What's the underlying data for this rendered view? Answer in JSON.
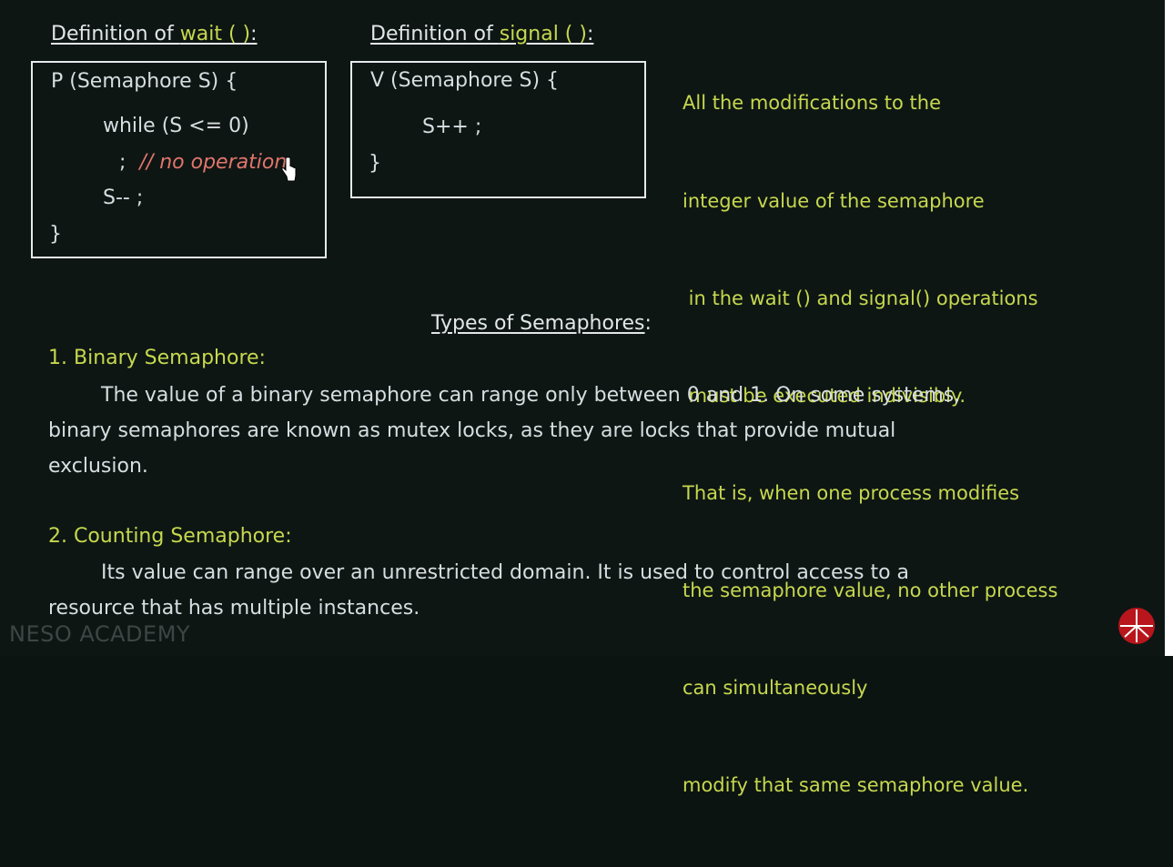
{
  "wait_def": {
    "heading_prefix": "Definition of ",
    "heading_keyword": "wait ( )",
    "heading_suffix": ":",
    "signature": "P (Semaphore S)  {",
    "line_while": "while (S <= 0)",
    "line_semicolon": ";",
    "line_comment": "// no operation",
    "line_decrement": "S-- ;",
    "line_close": "}"
  },
  "signal_def": {
    "heading_prefix": "Definition of ",
    "heading_keyword": "signal ( )",
    "heading_suffix": ":",
    "signature": "V (Semaphore S)  {",
    "line_increment": "S++ ;",
    "line_close": "}"
  },
  "note": {
    "lines": [
      "All the modifications to the",
      "integer value of the semaphore",
      " in the wait () and signal() operations",
      " must be executed indivisibly.",
      "That is, when one process modifies",
      "the semaphore value, no other process",
      "can simultaneously",
      "modify that same semaphore value."
    ]
  },
  "types": {
    "heading": "Types of Semaphores",
    "heading_suffix": ":",
    "binary_title": "1. Binary Semaphore:",
    "binary_lines": [
      "The value of a binary semaphore can range only between 0 and 1. On some systems,",
      "binary semaphores are known as mutex locks, as they are locks that provide mutual",
      "exclusion."
    ],
    "counting_title": "2. Counting Semaphore:",
    "counting_lines": [
      "Its value can range over an unrestricted domain. It is used to control access to a",
      "resource that has multiple instances."
    ]
  },
  "watermark": "NESO ACADEMY",
  "icons": {
    "cursor": "hand-pointer-icon",
    "logo": "neso-logo-icon"
  },
  "colors": {
    "background": "#0e1614",
    "accent_green": "#c6d84e",
    "comment_red": "#e1756b",
    "text": "#d8dde0",
    "logo_red": "#b8161c"
  }
}
